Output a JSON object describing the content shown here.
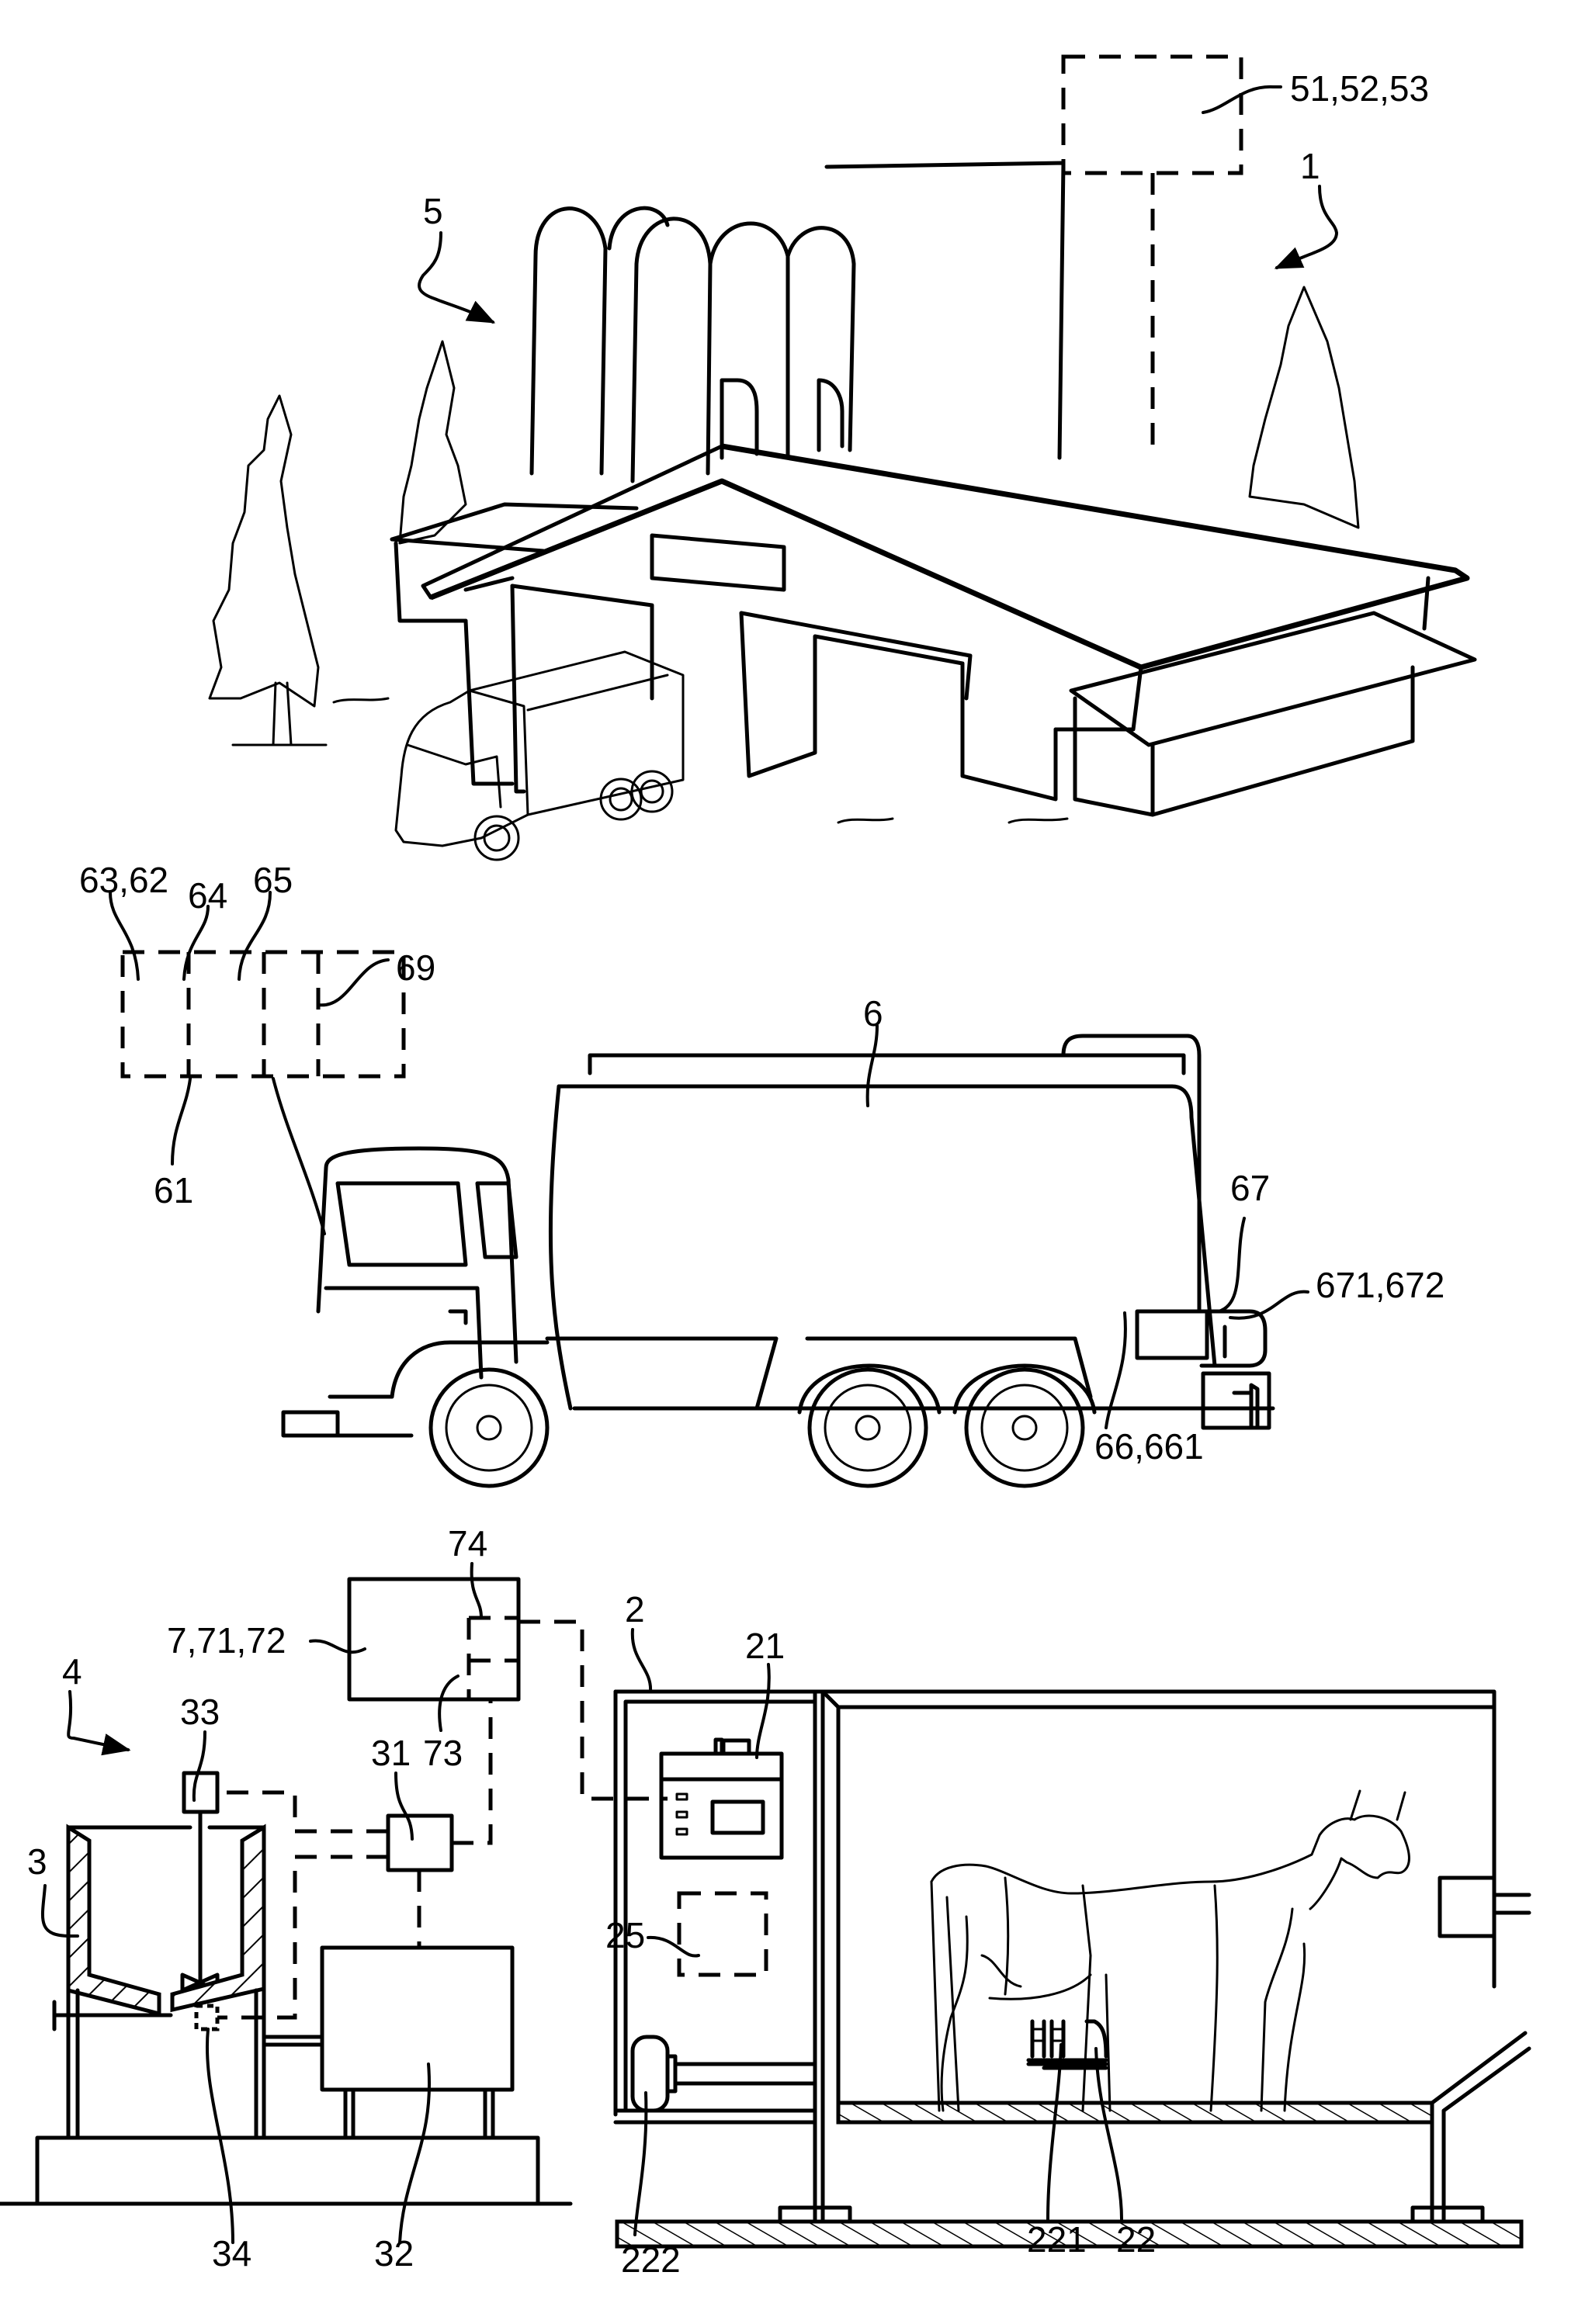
{
  "figure": {
    "background": "#ffffff",
    "line_color": "#000000",
    "scenes": {
      "top": "dairy processing plant with silos, building, trees and delivery truck",
      "middle": "milk collection tanker truck",
      "bottom_left": "milk cooling tank with control unit",
      "bottom_right": "milking stall with cow and milking robot"
    }
  },
  "labels": {
    "plant_control": "51,52,53",
    "farm_system": "1",
    "dairy_plant": "5",
    "tanker_modules_a": "63,62",
    "tanker_module_64": "64",
    "tanker_module_65": "65",
    "tanker_module_69": "69",
    "tanker_unit_61": "61",
    "tanker": "6",
    "tanker_pump": "67",
    "tanker_sensor": "671,672",
    "tanker_sampler": "66,661",
    "central_unit_74": "74",
    "central_unit": "7,71,72",
    "central_unit_73": "73",
    "cooling_installation": "4",
    "agitator_motor": "33",
    "tank_controller": "31",
    "cooling_tank": "3",
    "temperature_sensor": "34",
    "cooling_unit": "32",
    "milking_station": "2",
    "milking_controller": "21",
    "milking_module": "25",
    "vacuum_pump": "222",
    "teat_cups": "221",
    "milking_robot": "22"
  }
}
